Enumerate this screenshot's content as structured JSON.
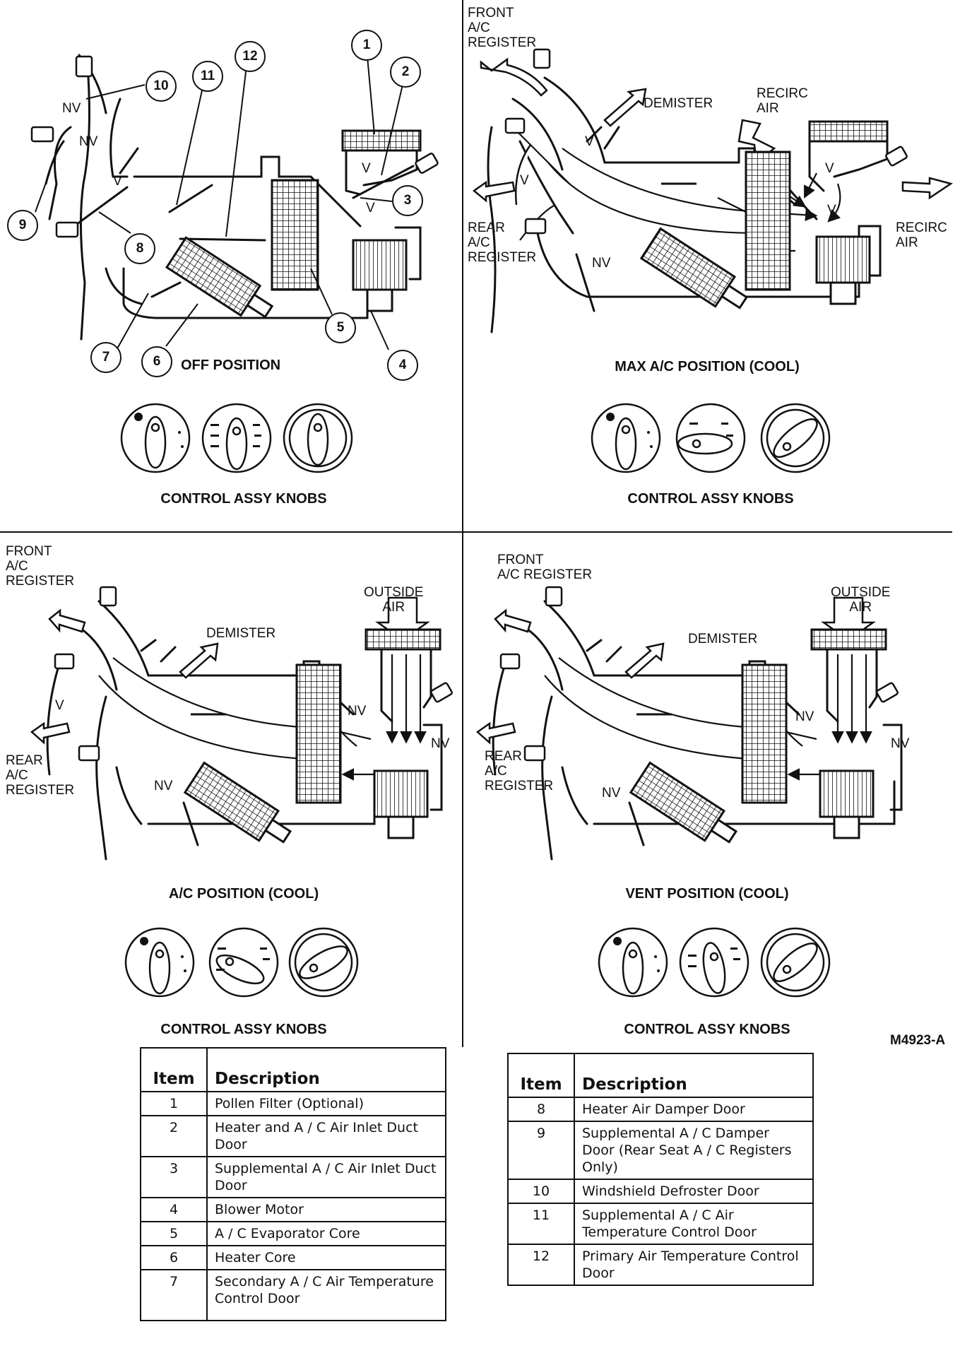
{
  "panels": {
    "off": {
      "caption": "OFF POSITION",
      "knobs_caption": "CONTROL ASSY KNOBS",
      "door_marks": [
        "NV",
        "NV",
        "V",
        "V",
        "V"
      ],
      "callouts": [
        "1",
        "2",
        "3",
        "4",
        "5",
        "6",
        "7",
        "8",
        "9",
        "10",
        "11",
        "12"
      ]
    },
    "max_ac": {
      "caption": "MAX A/C POSITION (COOL)",
      "knobs_caption": "CONTROL ASSY KNOBS",
      "front_register": "FRONT\nA/C\nREGISTER",
      "demister": "DEMISTER",
      "recirc_top": "RECIRC\nAIR",
      "recirc_right": "RECIRC\nAIR",
      "rear_register": "REAR\nA/C\nREGISTER",
      "door_marks": [
        "V",
        "V",
        "V",
        "V",
        "NV"
      ]
    },
    "ac": {
      "caption": "A/C POSITION (COOL)",
      "knobs_caption": "CONTROL ASSY KNOBS",
      "front_register": "FRONT\nA/C\nREGISTER",
      "outside_air": "OUTSIDE\nAIR",
      "demister": "DEMISTER",
      "rear_register": "REAR\nA/C\nREGISTER",
      "door_marks": [
        "V",
        "NV",
        "NV",
        "NV"
      ]
    },
    "vent": {
      "caption": "VENT POSITION (COOL)",
      "knobs_caption": "CONTROL ASSY KNOBS",
      "front_register": "FRONT\nA/C REGISTER",
      "outside_air": "OUTSIDE\nAIR",
      "demister": "DEMISTER",
      "rear_register": "REAR\nA/C\nREGISTER",
      "door_marks": [
        "NV",
        "NV",
        "NV"
      ]
    }
  },
  "figure_code": "M4923-A",
  "table_left": {
    "headers": {
      "item": "Item",
      "description": "Description"
    },
    "rows": [
      {
        "item": "1",
        "description": "Pollen Filter (Optional)"
      },
      {
        "item": "2",
        "description": "Heater and A / C Air Inlet Duct Door"
      },
      {
        "item": "3",
        "description": "Supplemental A / C Air Inlet Duct Door"
      },
      {
        "item": "4",
        "description": "Blower Motor"
      },
      {
        "item": "5",
        "description": "A / C Evaporator Core"
      },
      {
        "item": "6",
        "description": "Heater Core"
      },
      {
        "item": "7",
        "description": "Secondary A / C Air Temperature Control Door"
      }
    ]
  },
  "table_right": {
    "headers": {
      "item": "Item",
      "description": "Description"
    },
    "rows": [
      {
        "item": "8",
        "description": "Heater Air Damper Door"
      },
      {
        "item": "9",
        "description": "Supplemental A / C Damper Door (Rear Seat A / C Registers Only)"
      },
      {
        "item": "10",
        "description": "Windshield Defroster Door"
      },
      {
        "item": "11",
        "description": "Supplemental A / C Air Temperature Control Door"
      },
      {
        "item": "12",
        "description": "Primary Air Temperature Control Door"
      }
    ]
  }
}
